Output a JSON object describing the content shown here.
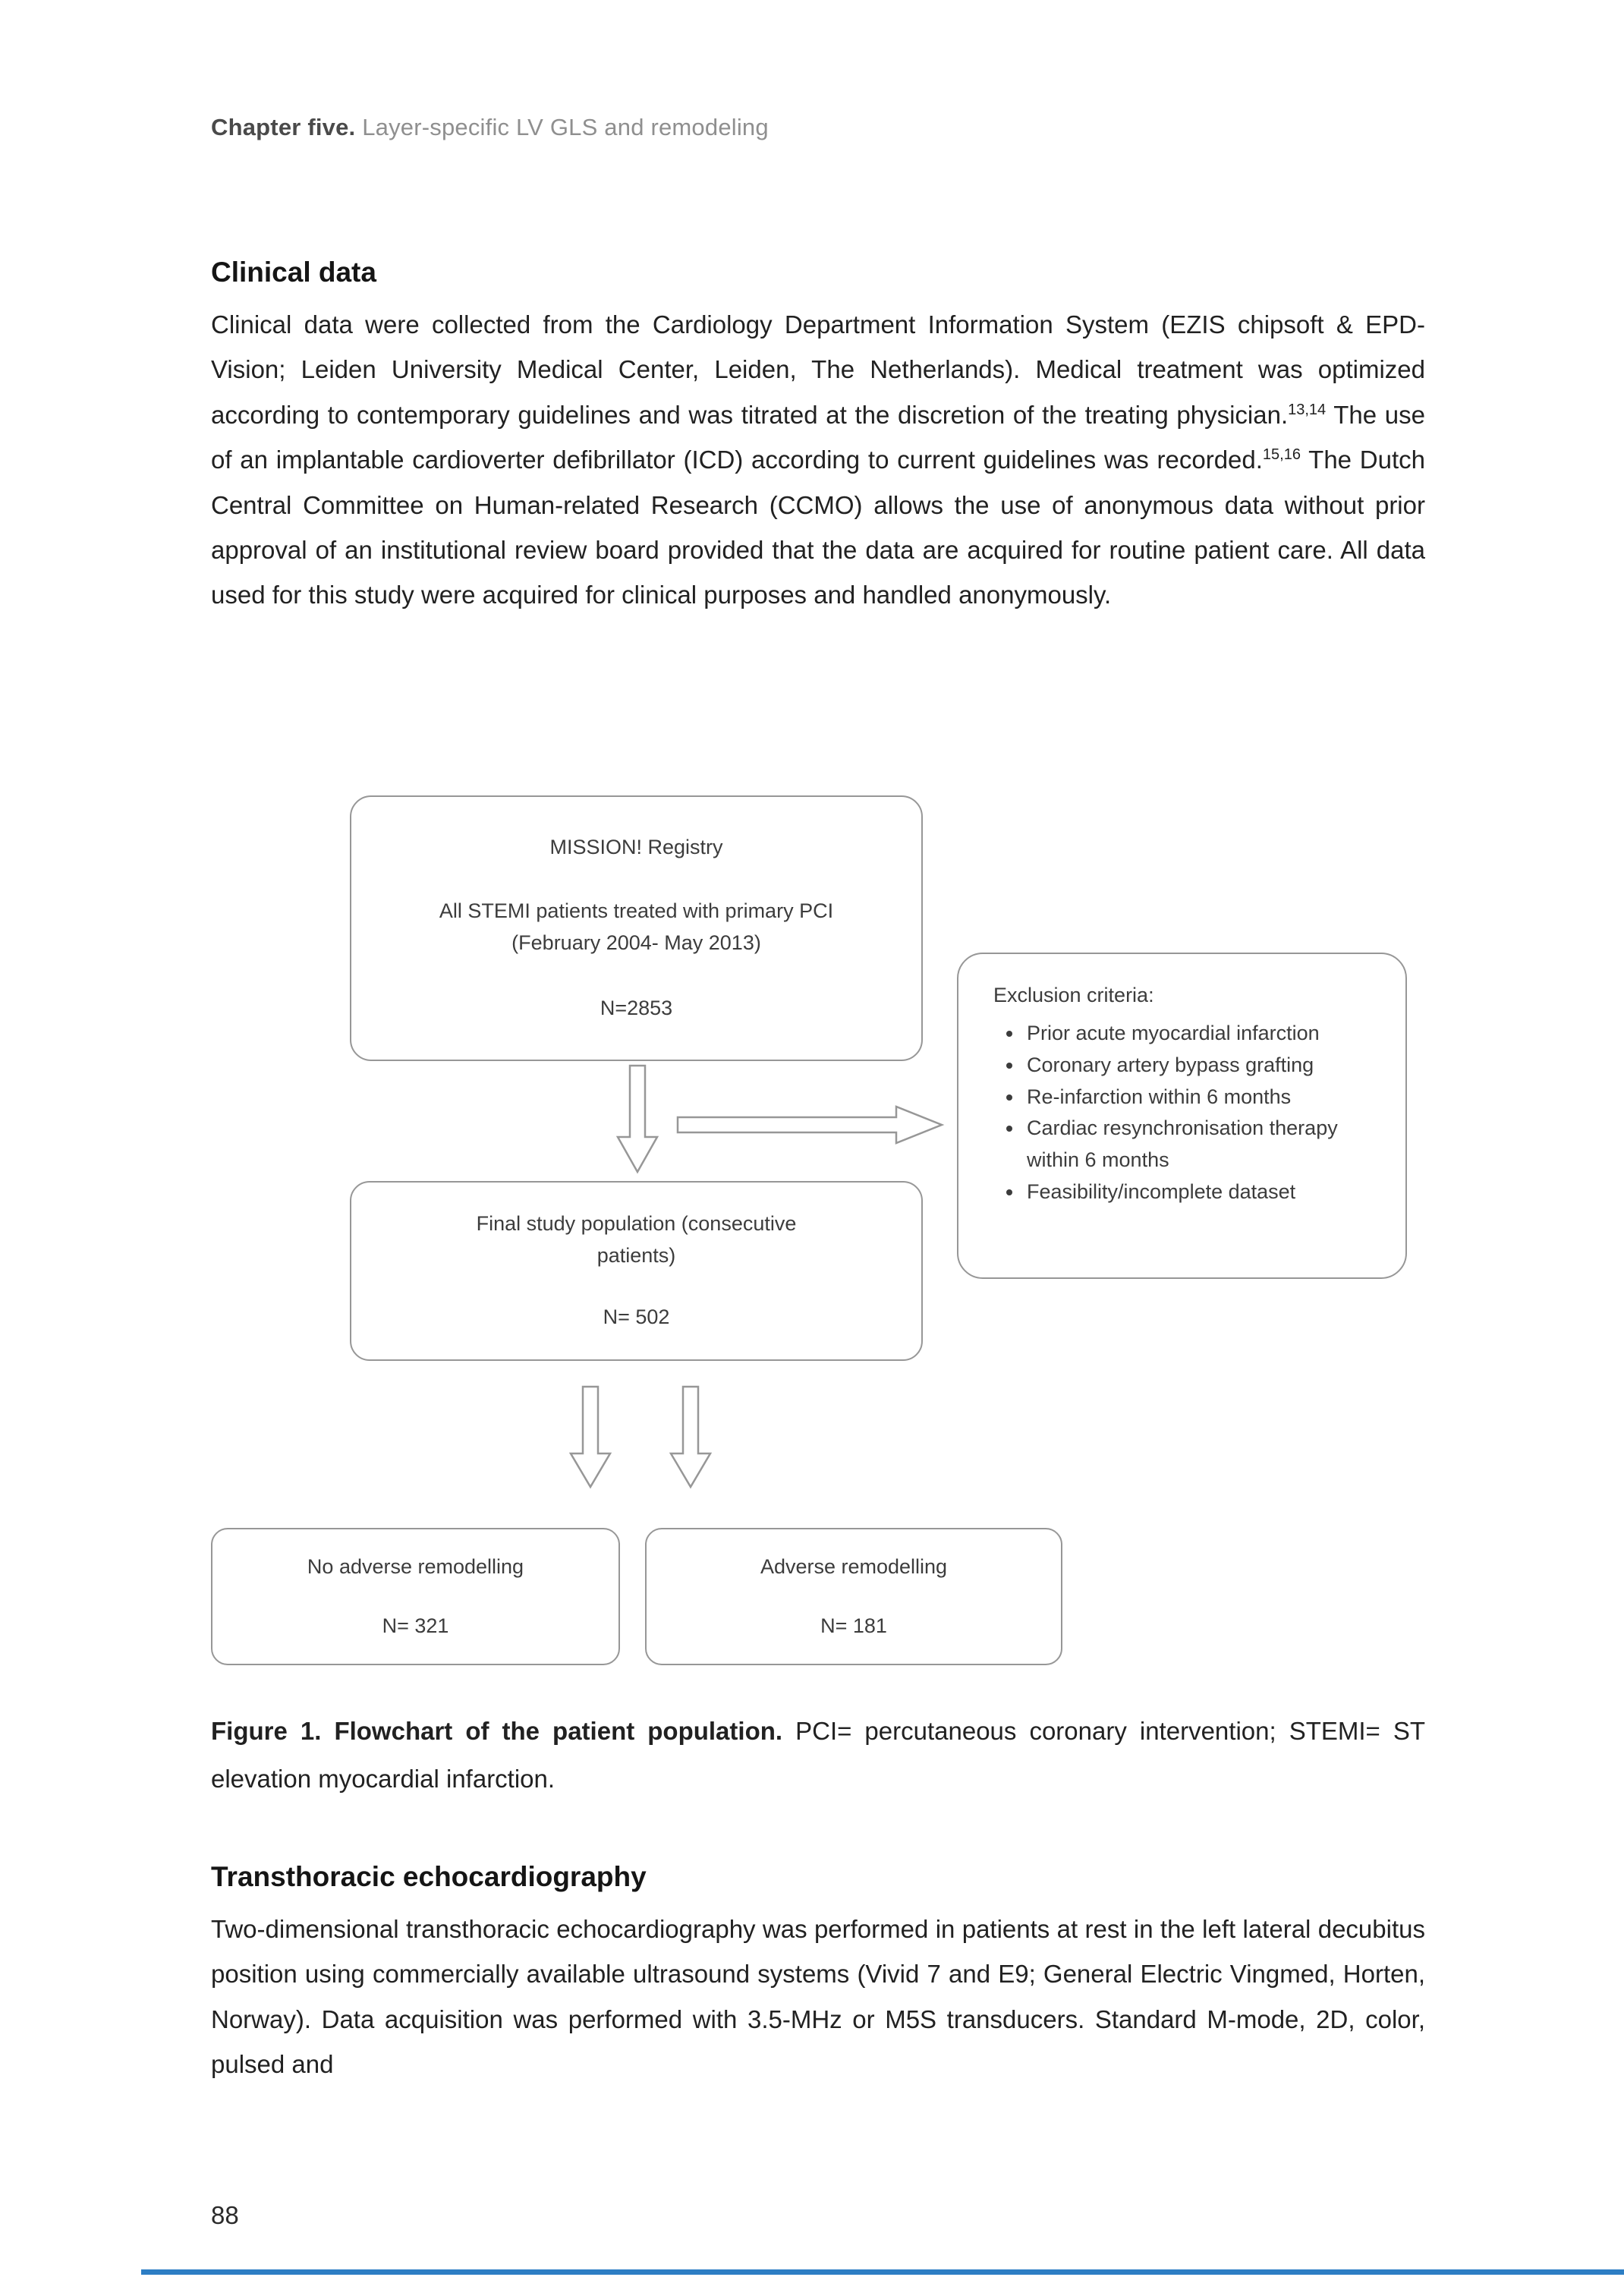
{
  "colors": {
    "accent_blue": "#2d7ec4",
    "box_border": "#979797",
    "header_muted": "#8f8f8f",
    "text": "#212121"
  },
  "header": {
    "chapter": "Chapter five.",
    "title": " Layer-specific LV GLS and remodeling"
  },
  "clinical": {
    "heading": "Clinical data",
    "p1": "Clinical data were collected from the Cardiology Department Information System (EZIS chipsoft & EPD-Vision; Leiden University Medical Center, Leiden, The Netherlands). Medical treatment was optimized according to contemporary guidelines and was titrated at the discretion of the treating physician.",
    "sup1": "13,14",
    "p2": " The use of an implantable cardioverter defibrillator (ICD) according to current guidelines was recorded.",
    "sup2": "15,16",
    "p3": " The Dutch Central Committee on Human-related Research (CCMO) allows the use of anonymous data without prior approval of an institutional review board provided that the data are acquired for routine patient care. All data used for this study were acquired for clinical purposes and handled anonymously."
  },
  "flowchart": {
    "registry": {
      "title": "MISSION! Registry",
      "line1": "All STEMI patients treated with primary PCI",
      "line2": "(February 2004- May 2013)",
      "n": "N=2853"
    },
    "exclusion": {
      "title": "Exclusion criteria:",
      "items": [
        "Prior acute myocardial infarction",
        "Coronary artery bypass grafting",
        "Re-infarction within 6 months",
        "Cardiac resynchronisation therapy within 6 months",
        "Feasibility/incomplete dataset"
      ]
    },
    "final": {
      "line1": "Final study population (consecutive patients)",
      "n": "N= 502"
    },
    "no_adverse": {
      "label": "No adverse remodelling",
      "n": "N= 321"
    },
    "adverse": {
      "label": "Adverse remodelling",
      "n": "N= 181"
    }
  },
  "caption": {
    "bold": "Figure 1. Flowchart of the patient population.",
    "rest": " PCI= percutaneous coronary intervention; STEMI= ST elevation myocardial infarction."
  },
  "tte": {
    "heading": "Transthoracic echocardiography",
    "p": "Two-dimensional transthoracic echocardiography was performed in patients at rest in the left lateral decubitus position using commercially available ultrasound systems (Vivid 7 and E9; General Electric Vingmed, Horten, Norway). Data acquisition was performed with 3.5-MHz or M5S transducers. Standard M-mode, 2D, color, pulsed and"
  },
  "page_number": "88"
}
